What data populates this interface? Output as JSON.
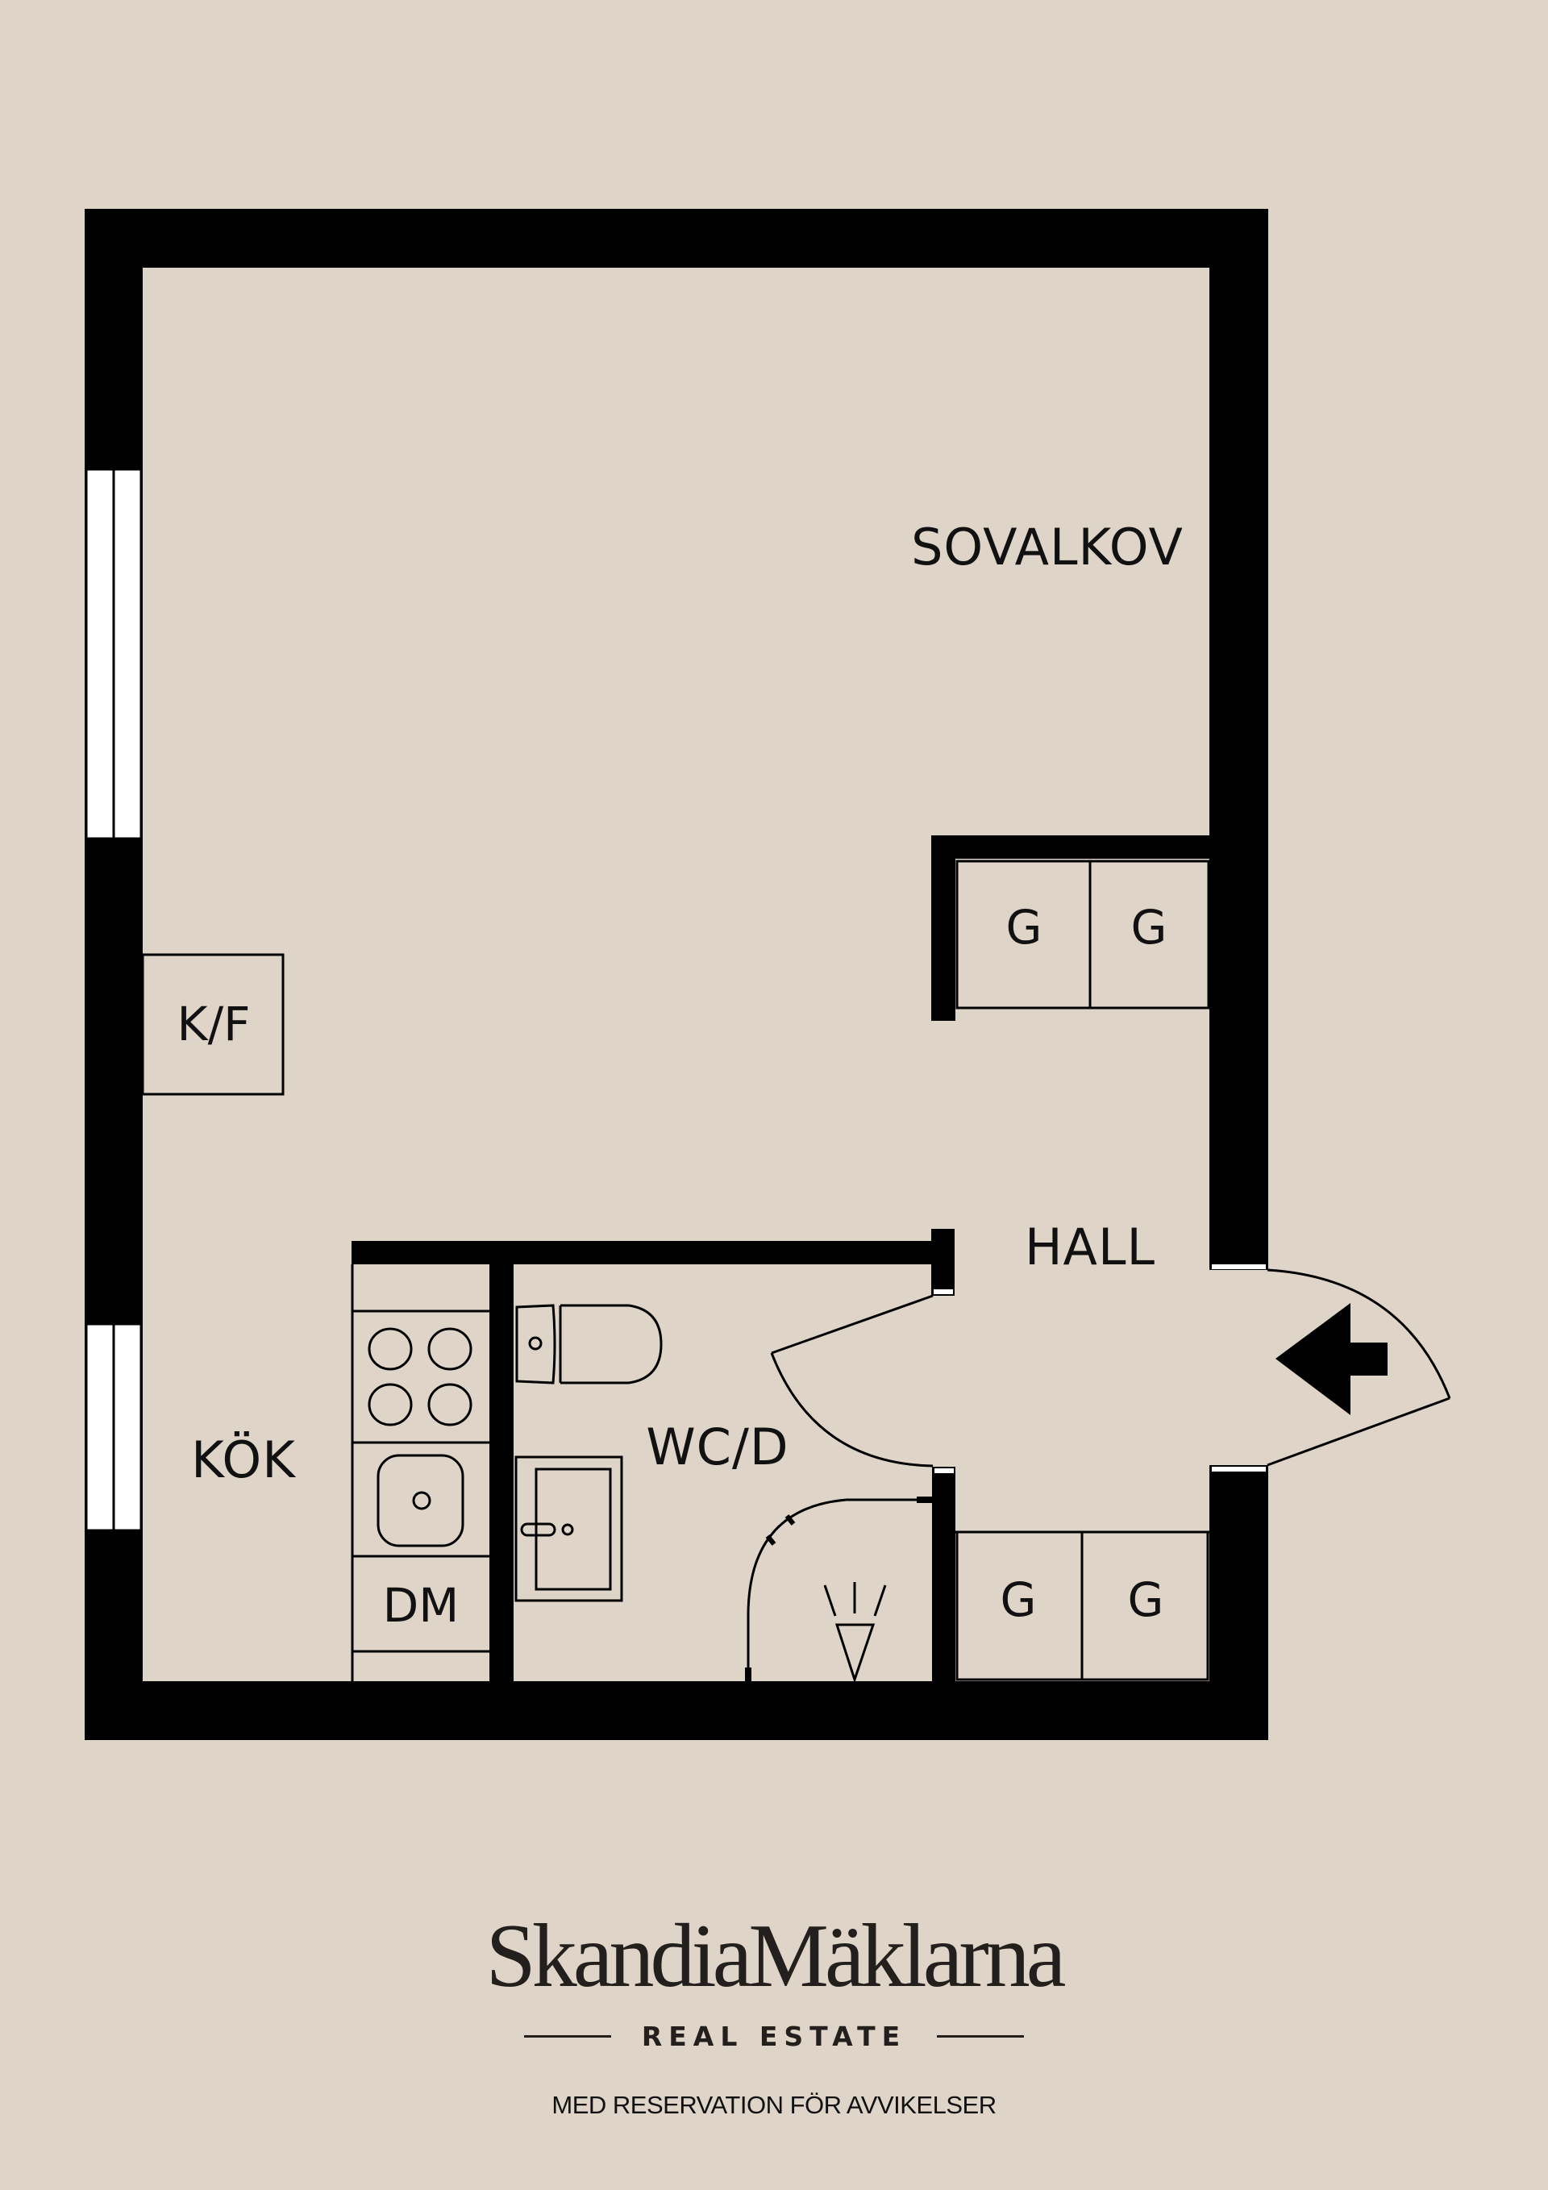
{
  "colors": {
    "background": "#ded4c8",
    "wall": "#000000",
    "window": "#ffffff",
    "text": "#111111",
    "brand": "#231f1c"
  },
  "rooms": {
    "sovalkov": "SOVALKOV",
    "hall": "HALL",
    "kok": "KÖK",
    "wc_d": "WC/D"
  },
  "fixtures": {
    "kf": "K/F",
    "dm": "DM",
    "wardrobe_upper_left": "G",
    "wardrobe_upper_right": "G",
    "wardrobe_lower_left": "G",
    "wardrobe_lower_right": "G"
  },
  "icons": {
    "entrance": "entrance-arrow-icon",
    "stove": "stove-burners-icon",
    "sink": "kitchen-sink-icon",
    "toilet": "toilet-icon",
    "washbasin": "washbasin-icon",
    "shower": "shower-icon"
  },
  "footer": {
    "brand_name": "SkandiaMäklarna",
    "tagline": "REAL ESTATE",
    "disclaimer": "MED RESERVATION FÖR AVVIKELSER"
  }
}
